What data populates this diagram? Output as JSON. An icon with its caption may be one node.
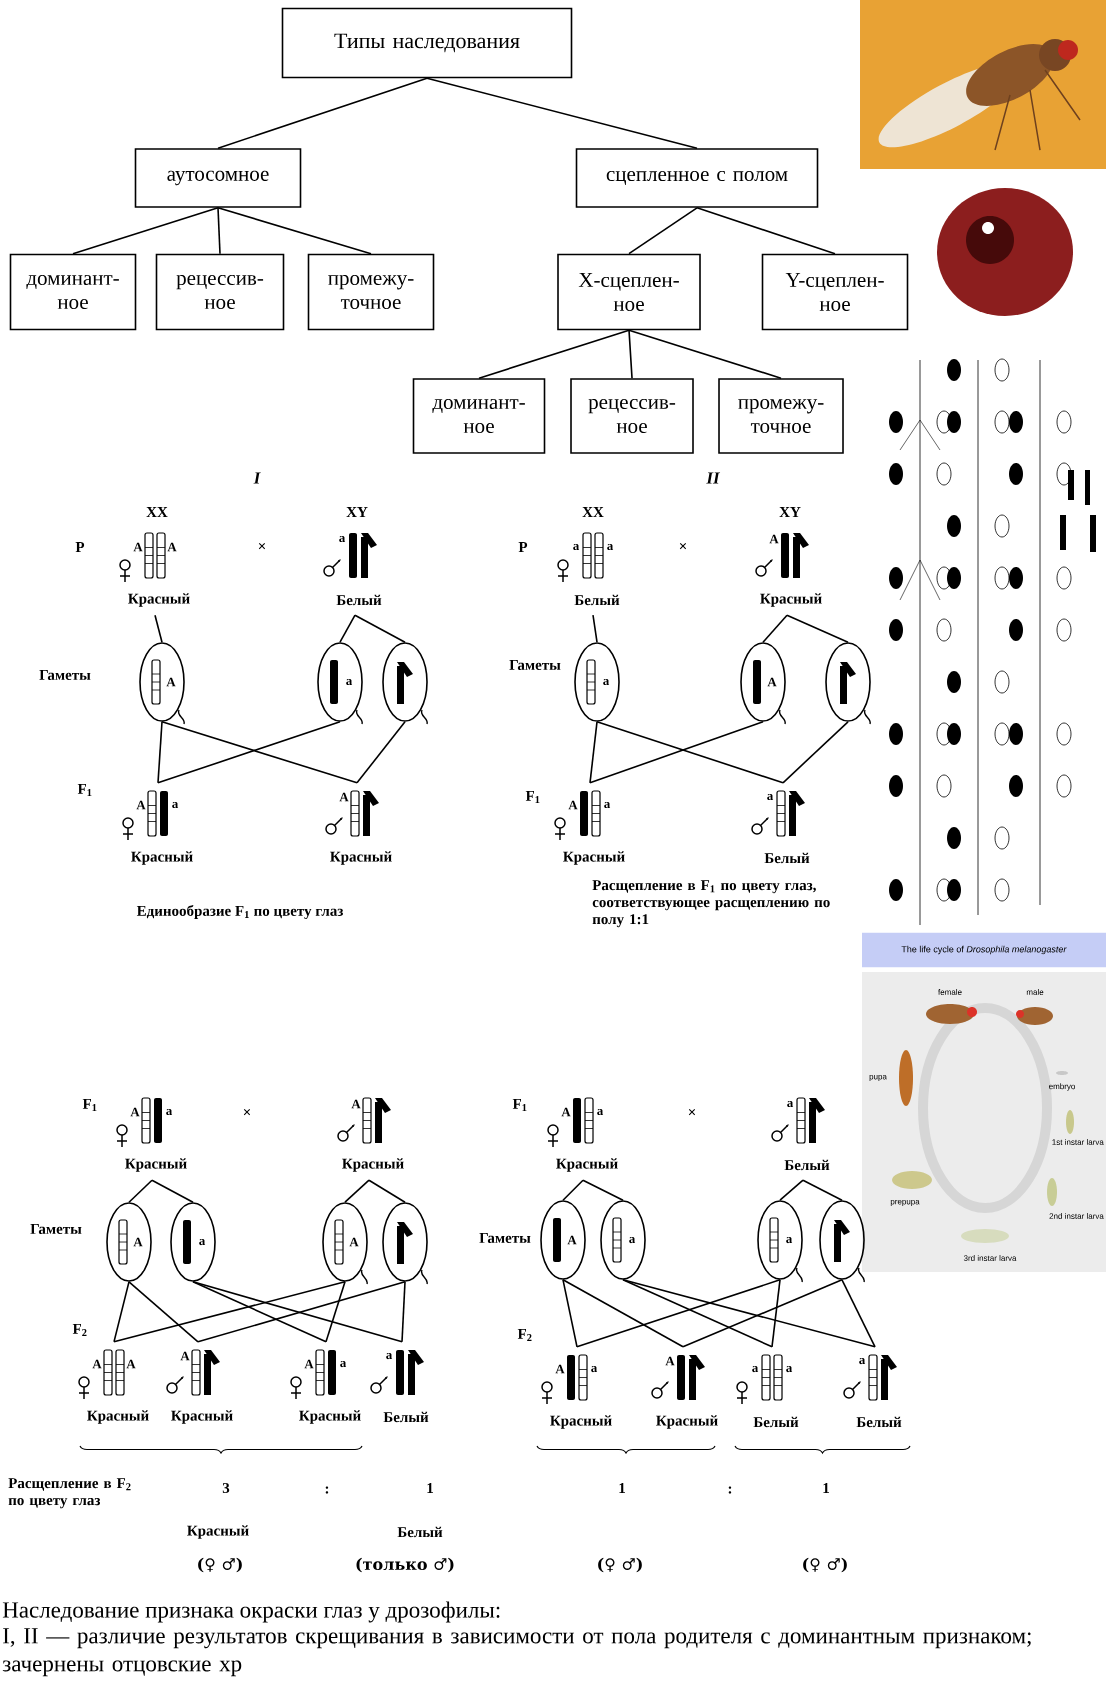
{
  "diagram": {
    "caption": "Наследование признака окраски глаз у дрозофилы:",
    "nodes": [
      {
        "text": [
          "Типы наследования"
        ]
      },
      {
        "text": [
          "аутосомное"
        ]
      },
      {
        "text": [
          "сцепленное с полом"
        ]
      },
      {
        "text": [
          "доминант- ное"
        ]
      },
      {
        "text": [
          "рецессив- ное"
        ]
      },
      {
        "text": [
          "промежу- точное"
        ]
      },
      {
        "text": [
          "X-сцеплен- ное"
        ]
      },
      {
        "text": [
          "Y-сцеплен- ное"
        ]
      },
      {
        "text": [
          "доминант- ное"
        ]
      },
      {
        "text": [
          "рецессив- ное"
        ]
      },
      {
        "text": [
          "промежу- точное"
        ]
      },
      {
        "text": [
          "A",
          "A",
          "Красный"
        ]
      },
      {
        "text": [
          "a",
          "Белый"
        ]
      },
      {
        "text": [
          "A"
        ]
      },
      {
        "text": [
          "a"
        ]
      },
      {
        "text": [],
        "shape": "circle"
      },
      {
        "text": [
          "A",
          "a",
          "Красный"
        ]
      },
      {
        "text": [
          "A",
          "Красный"
        ]
      },
      {
        "text": [
          "a",
          "a",
          "Белый"
        ]
      },
      {
        "text": [
          "A",
          "Красный"
        ]
      },
      {
        "text": [
          "a"
        ]
      },
      {
        "text": [
          "A"
        ]
      },
      {
        "text": [],
        "shape": "circle"
      },
      {
        "text": [
          "A",
          "a",
          "Красный"
        ]
      },
      {
        "text": [
          "a",
          "Белый"
        ]
      },
      {
        "text": [
          "A",
          "a",
          "Красный"
        ]
      },
      {
        "text": [
          "A",
          "Красный"
        ]
      },
      {
        "text": [
          "A"
        ]
      },
      {
        "text": [
          "a"
        ]
      },
      {
        "text": [
          "A"
        ]
      },
      {
        "text": [],
        "shape": "circle"
      },
      {
        "text": [
          "A",
          "A",
          "Красный"
        ]
      },
      {
        "text": [
          "A",
          "Красный"
        ]
      },
      {
        "text": [
          "A",
          "a",
          "Красный"
        ]
      },
      {
        "text": [
          "a",
          "Белый"
        ]
      },
      {
        "text": [
          "A",
          "a",
          "Красный"
        ]
      },
      {
        "text": [
          "a",
          "Белый"
        ]
      },
      {
        "text": [
          "A"
        ]
      },
      {
        "text": [
          "a"
        ]
      },
      {
        "text": [
          "a"
        ]
      },
      {
        "text": [],
        "shape": "circle"
      },
      {
        "text": [
          "A",
          "a",
          "Красный"
        ]
      },
      {
        "text": [
          "A",
          "Красный"
        ]
      },
      {
        "text": [
          "a",
          "a",
          "Белый"
        ]
      },
      {
        "text": [
          "a",
          "Белый"
        ]
      }
    ],
    "edges": [
      {
        "from": 0,
        "to": 1,
        "arrow": "none"
      },
      {
        "from": 0,
        "to": 2,
        "arrow": "none"
      },
      {
        "from": 1,
        "to": 3,
        "arrow": "none"
      },
      {
        "from": 1,
        "to": 4,
        "arrow": "none"
      },
      {
        "from": 1,
        "to": 5,
        "arrow": "none"
      },
      {
        "from": 2,
        "to": 6,
        "arrow": "none"
      },
      {
        "from": 2,
        "to": 7,
        "arrow": "none"
      },
      {
        "from": 6,
        "to": 8,
        "arrow": "none"
      },
      {
        "from": 6,
        "to": 9,
        "arrow": "none"
      },
      {
        "from": 6,
        "to": 10,
        "arrow": "none"
      },
      {
        "from": 11,
        "to": 13,
        "arrow": "none"
      },
      {
        "from": 12,
        "to": 14,
        "arrow": "none"
      },
      {
        "from": 12,
        "to": 15,
        "arrow": "none"
      },
      {
        "from": 13,
        "to": 16,
        "arrow": "none"
      },
      {
        "from": 13,
        "to": 17,
        "arrow": "none"
      },
      {
        "from": 14,
        "to": 16,
        "arrow": "none"
      },
      {
        "from": 15,
        "to": 17,
        "arrow": "none"
      },
      {
        "from": 18,
        "to": 20,
        "arrow": "none"
      },
      {
        "from": 19,
        "to": 21,
        "arrow": "none"
      },
      {
        "from": 19,
        "to": 22,
        "arrow": "none"
      },
      {
        "from": 20,
        "to": 23,
        "arrow": "none"
      },
      {
        "from": 20,
        "to": 24,
        "arrow": "none"
      },
      {
        "from": 21,
        "to": 23,
        "arrow": "none"
      },
      {
        "from": 22,
        "to": 24,
        "arrow": "none"
      },
      {
        "from": 25,
        "to": 27,
        "arrow": "none"
      },
      {
        "from": 25,
        "to": 28,
        "arrow": "none"
      },
      {
        "from": 26,
        "to": 29,
        "arrow": "none"
      },
      {
        "from": 26,
        "to": 30,
        "arrow": "none"
      },
      {
        "from": 27,
        "to": 31,
        "arrow": "none"
      },
      {
        "from": 29,
        "to": 31,
        "arrow": "none"
      },
      {
        "from": 27,
        "to": 32,
        "arrow": "none"
      },
      {
        "from": 30,
        "to": 32,
        "arrow": "none"
      },
      {
        "from": 28,
        "to": 33,
        "arrow": "none"
      },
      {
        "from": 29,
        "to": 33,
        "arrow": "none"
      },
      {
        "from": 28,
        "to": 34,
        "arrow": "none"
      },
      {
        "from": 30,
        "to": 34,
        "arrow": "none"
      },
      {
        "from": 35,
        "to": 37,
        "arrow": "none"
      },
      {
        "from": 35,
        "to": 38,
        "arrow": "none"
      },
      {
        "from": 36,
        "to": 39,
        "arrow": "none"
      },
      {
        "from": 36,
        "to": 40,
        "arrow": "none"
      },
      {
        "from": 37,
        "to": 41,
        "arrow": "none"
      },
      {
        "from": 39,
        "to": 41,
        "arrow": "none"
      },
      {
        "from": 37,
        "to": 42,
        "arrow": "none"
      },
      {
        "from": 40,
        "to": 42,
        "arrow": "none"
      },
      {
        "from": 38,
        "to": 43,
        "arrow": "none"
      },
      {
        "from": 39,
        "to": 43,
        "arrow": "none"
      },
      {
        "from": 38,
        "to": 44,
        "arrow": "none"
      },
      {
        "from": 40,
        "to": 44,
        "arrow": "none"
      }
    ],
    "labels": [
      "I",
      "II",
      "XX",
      "XY",
      "P",
      "×",
      "XX",
      "XY",
      "P",
      "×",
      "Гаметы",
      "Гаметы",
      "F$_{1}$",
      "F$_{1}$",
      "Единообразие F$_{1}$ по цвету глаз",
      "Расщепление в F$_{1}$ по цвету глаз, соответствующее расщеплению по полу 1:1",
      "The life cycle of *Drosophila melanogaster*",
      "female",
      "male",
      "embryo",
      "pupa",
      "1st instar larva",
      "prepupa",
      "2nd instar larva",
      "3rd instar larva",
      "F$_{1}$",
      "×",
      "F$_{1}$",
      "×",
      "Гаметы",
      "Гаметы",
      "F$_{2}$",
      "F$_{2}$",
      "Расщепление в F$_{2}$ по цвету глаз",
      "3",
      ":",
      "1",
      "1",
      ":",
      "1",
      "Красный",
      "Белый",
      "(♀ ♂)",
      "(только ♂)",
      "(♀ ♂)",
      "(♀ ♂)",
      "I, II — различие результатов скрещивания в зависимости от пола родителя с доминантным признаком; зачернены отцовские хр"
    ]
  }
}
